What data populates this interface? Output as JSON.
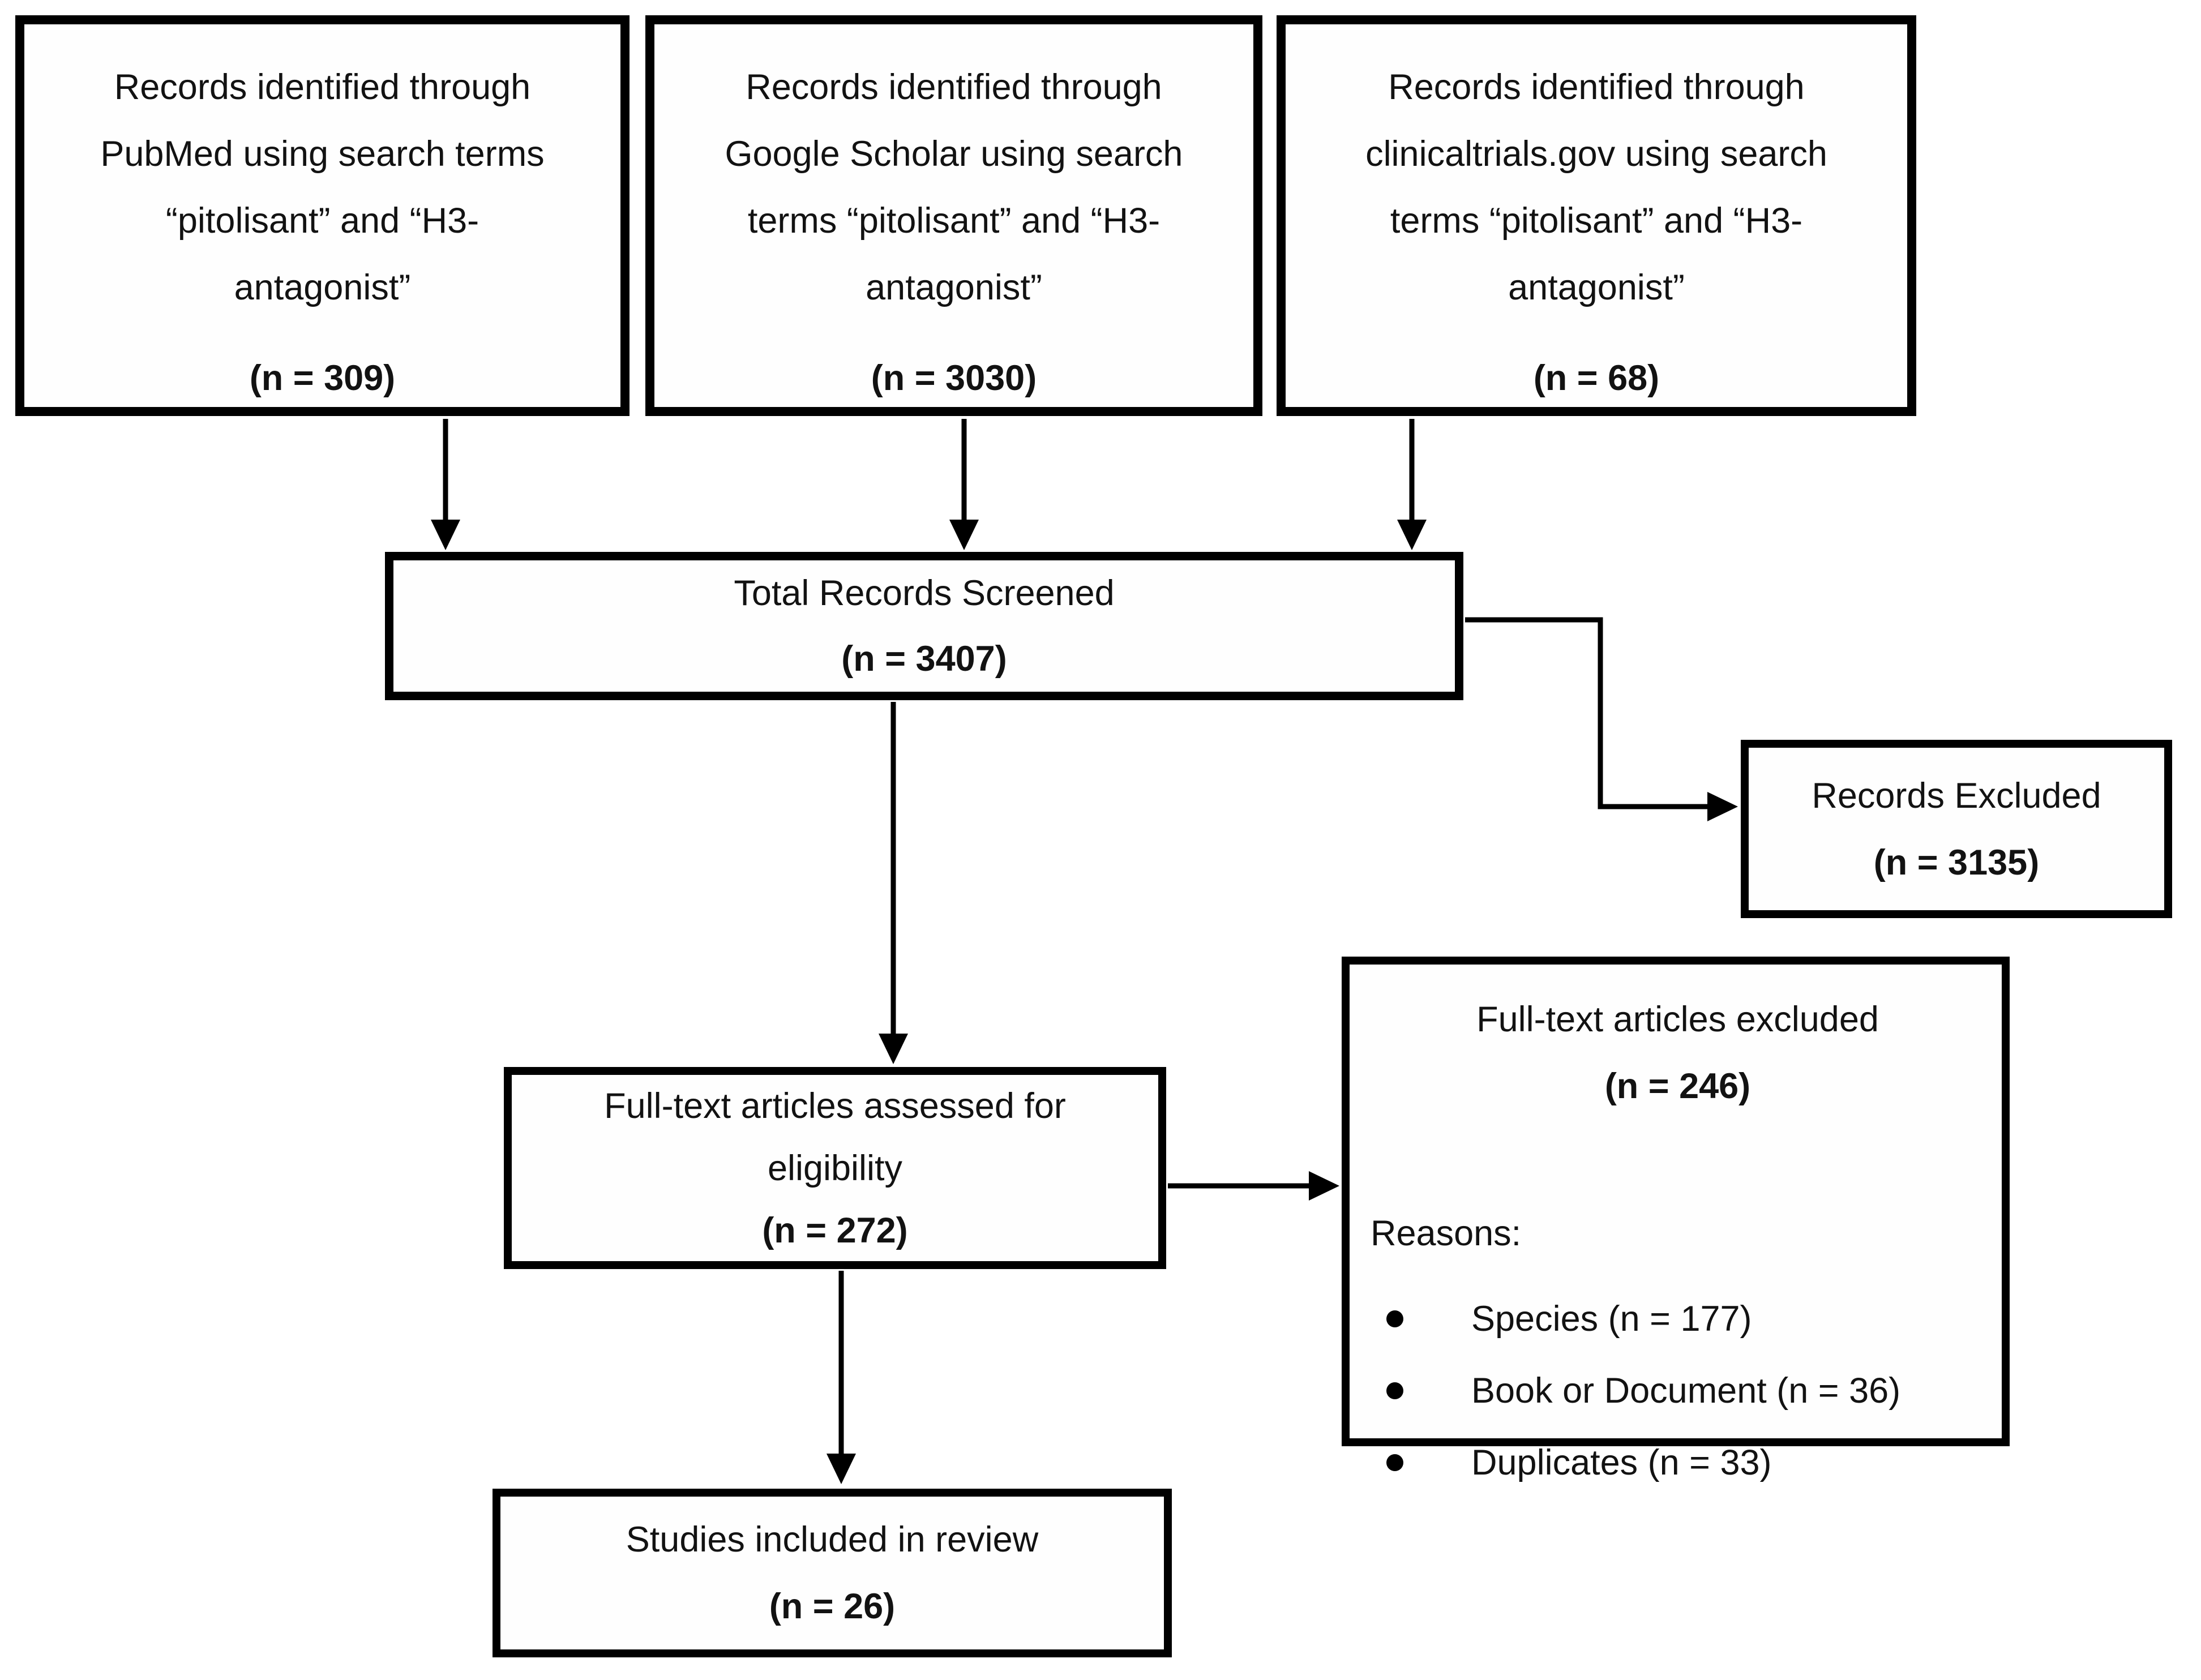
{
  "diagram": {
    "title": "PRISMA flow diagram of study selection",
    "colors": {
      "border": "#000000",
      "text": "#121212",
      "background": "#ffffff"
    },
    "boxes": {
      "pubmed": {
        "lines": [
          "Records identified through",
          "PubMed using search terms",
          "“pitolisant” and “H3-",
          "antagonist”"
        ],
        "count": "(n = 309)"
      },
      "scholar": {
        "lines": [
          "Records identified through",
          "Google Scholar using search",
          "terms “pitolisant” and “H3-",
          "antagonist”"
        ],
        "count": "(n = 3030)"
      },
      "clinicaltrials": {
        "lines": [
          "Records identified through",
          "clinicaltrials.gov using search",
          "terms “pitolisant” and “H3-",
          "antagonist”"
        ],
        "count": "(n = 68)"
      },
      "total": {
        "title": "Total Records Screened",
        "count": "(n = 3407)"
      },
      "excluded": {
        "title": "Records Excluded",
        "count": "(n = 3135)"
      },
      "fulltext_assessed": {
        "lines": [
          "Full-text articles assessed for",
          "eligibility"
        ],
        "count": "(n = 272)"
      },
      "fulltext_excluded": {
        "title": "Full-text articles excluded",
        "count": "(n = 246)",
        "reasons_label": "Reasons:",
        "reasons": [
          "Species (n = 177)",
          "Book or Document (n = 36)",
          "Duplicates (n = 33)"
        ]
      },
      "included": {
        "title": "Studies included in review",
        "count": "(n = 26)"
      }
    }
  }
}
